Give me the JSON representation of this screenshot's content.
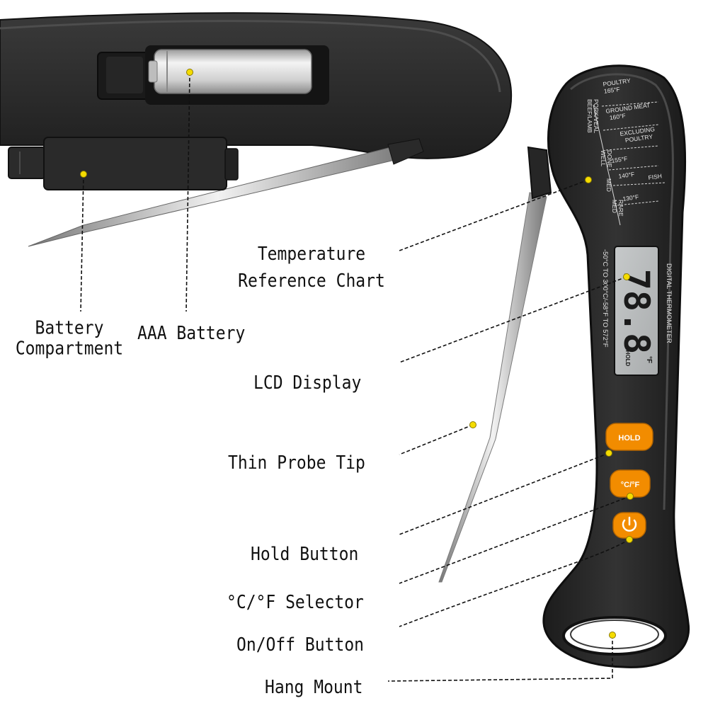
{
  "colors": {
    "body_dark": "#2a2a2a",
    "body_rim": "#4a4a4a",
    "accent_orange": "#f28c00",
    "lcd_bg": "#b9bcbd",
    "marker_yellow": "#f5dc00",
    "leader_line": "#111111"
  },
  "labels": {
    "battery_compartment_1": "Battery",
    "battery_compartment_2": "Compartment",
    "aaa_battery": "AAA Battery",
    "temp_chart_1": "Temperature",
    "temp_chart_2": "Reference Chart",
    "lcd_display": "LCD Display",
    "probe_tip": "Thin Probe Tip",
    "hold_button": "Hold Button",
    "cf_selector": "°C/°F Selector",
    "onoff_button": "On/Off Button",
    "hang_mount": "Hang Mount"
  },
  "device": {
    "brand_text": "DIGITAL THERMOMETER",
    "range_text": "-50°C TO 300°C/-58°F TO 572°F",
    "lcd_digits": "78.8",
    "lcd_unit": "°F",
    "lcd_hold": "HOLD",
    "btn_hold": "HOLD",
    "btn_unit": "°C/°F",
    "power_icon": "power-icon"
  },
  "chart": {
    "poultry": "POULTRY",
    "poultry_temp": "165°F",
    "ground_meat": "GROUND MEAT",
    "ground_temp": "160°F",
    "excluding": "EXCLUDING",
    "excluding_poultry": "POULTRY",
    "beef_lamb": "BEEF/LAMB",
    "pork_veal": "PORK/VEAL",
    "well_done_1": "WELL",
    "well_done_2": "DONE",
    "temp_155": "155°F",
    "temp_140": "140°F",
    "fish": "FISH",
    "med": "MED",
    "med_rare_1": "MED",
    "med_rare_2": "RARE",
    "temp_130": "130°F"
  }
}
